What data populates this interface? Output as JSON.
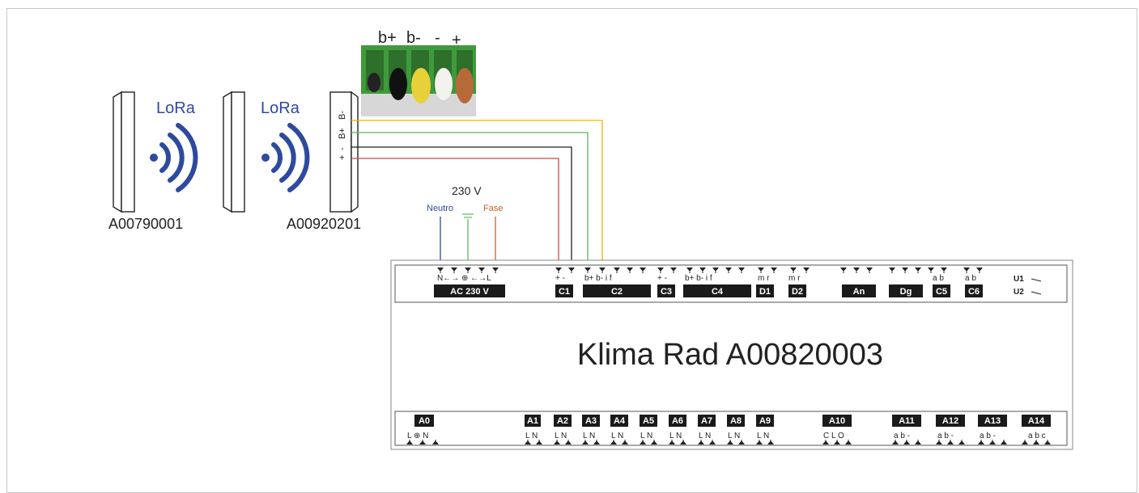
{
  "devices": {
    "remote_id": "A00790001",
    "repeater_id": "A00920201",
    "lora_label_1": "LoRa",
    "lora_label_2": "LoRa"
  },
  "connector": {
    "top_labels": [
      "b+",
      "b-",
      "-",
      "+"
    ],
    "side_labels": [
      "B-",
      "B+",
      "-",
      "+"
    ]
  },
  "power": {
    "voltage": "230 V",
    "neutral": "Neutro",
    "phase": "Fase"
  },
  "controller": {
    "title": "Klima Rad A00820003",
    "top_groups": [
      "AC 230 V",
      "C1",
      "C2",
      "C3",
      "C4",
      "D1",
      "D2",
      "An",
      "Dg",
      "C5",
      "C6"
    ],
    "top_pin_labels": {
      "ac": "N←→  ⊕  ←→L",
      "c1": "+ -",
      "c2": "b+ b-    i  f",
      "c3": "+ -",
      "c4": "b+ b-    i  f",
      "d1": "m r",
      "d2": "m r",
      "c5": "a b",
      "c6": "a b"
    },
    "u_labels": [
      "U1",
      "U2"
    ],
    "bottom_groups": [
      "A0",
      "A1",
      "A2",
      "A3",
      "A4",
      "A5",
      "A6",
      "A7",
      "A8",
      "A9",
      "A10",
      "A11",
      "A12",
      "A13",
      "A14"
    ],
    "bottom_pin_labels": {
      "a0": "L ⊕ N",
      "ln": "L N",
      "a10": "C L O",
      "ab": "a b -",
      "a14": "a b c"
    }
  },
  "colors": {
    "lora_blue": "#2e4a9e",
    "wire_red": "#d84848",
    "wire_black": "#222222",
    "wire_green": "#5cb85c",
    "wire_orange": "#f0b400",
    "neutral_blue": "#2e4a9e",
    "phase_orange": "#c8622a",
    "earth_green": "#5cb85c"
  }
}
